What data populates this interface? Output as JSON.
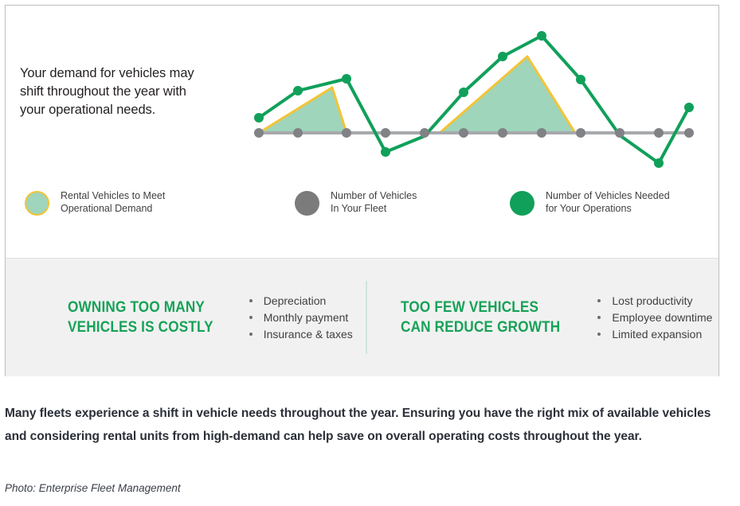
{
  "infographic": {
    "headline": "Your demand for vehicles may shift throughout the year with your operational needs.",
    "legend": [
      {
        "swatch": "rental-swatch",
        "line1": "Rental Vehicles to Meet",
        "line2": "Operational Demand",
        "color": "#9ed5bb",
        "outline_color": "#f2c438"
      },
      {
        "swatch": "fleet-swatch",
        "line1": "Number of Vehicles",
        "line2": "In Your Fleet",
        "color": "#7b7b7b"
      },
      {
        "swatch": "needed-swatch",
        "line1": "Number of Vehicles Needed",
        "line2": "for Your Operations",
        "color": "#10a05a"
      }
    ],
    "points": [
      {
        "heading_line1": "OWNING TOO MANY",
        "heading_line2": "VEHICLES IS COSTLY",
        "items": [
          "Depreciation",
          "Monthly payment",
          "Insurance & taxes"
        ]
      },
      {
        "heading_line1": "TOO FEW VEHICLES",
        "heading_line2": "CAN REDUCE GROWTH",
        "items": [
          "Lost productivity",
          "Employee downtime",
          "Limited expansion"
        ]
      }
    ]
  },
  "caption": "Many fleets experience a shift in vehicle needs throughout the year. Ensuring you have the right mix of available vehicles and considering rental units from high-demand can help save on overall operating costs throughout the year.",
  "photo_credit": "Photo: Enterprise Fleet Management",
  "colors": {
    "brand_green": "#17a258",
    "line_green": "#10a05a",
    "rental_fill": "#9ed5bb",
    "rental_outline": "#f2c438",
    "fleet_gray": "#7b7b7b",
    "baseline_gray": "#a7a9ac",
    "panel_bg": "#f1f1f1",
    "card_border": "#bcbec0"
  },
  "chart_data": {
    "type": "line",
    "title": "",
    "xlabel": "",
    "ylabel": "",
    "grid": false,
    "legend_position": "bottom",
    "baseline_value": 0,
    "x": [
      1,
      2,
      3,
      4,
      5,
      6,
      7,
      8,
      9,
      10,
      11,
      12
    ],
    "series": [
      {
        "name": "Number of Vehicles Needed for Your Operations",
        "color": "#10a05a",
        "type": "line",
        "marker": "circle",
        "values": [
          1.15,
          2.05,
          2.85,
          -1.0,
          -0.05,
          2.1,
          3.65,
          4.35,
          2.25,
          -0.35,
          -1.55,
          1.55
        ]
      },
      {
        "name": "Number of Vehicles In Your Fleet",
        "color": "#a7a9ac",
        "type": "line",
        "marker": "circle",
        "values": [
          0,
          0,
          0,
          0,
          0,
          0,
          0,
          0,
          0,
          0,
          0,
          0
        ]
      }
    ],
    "shaded_regions": [
      {
        "name": "Rental Vehicles to Meet Operational Demand",
        "fill": "#9ed5bb",
        "stroke": "#f2c438",
        "shape": "triangle",
        "x_range": [
          1,
          3
        ],
        "peak_x": 3,
        "peak_y": 2.4
      },
      {
        "name": "Rental Vehicles to Meet Operational Demand",
        "fill": "#9ed5bb",
        "stroke": "#f2c438",
        "shape": "triangle",
        "x_range": [
          6,
          9
        ],
        "peak_x": 8,
        "peak_y": 3.9
      }
    ],
    "ylim": [
      -2.2,
      4.8
    ],
    "xlim": [
      0.6,
      12.4
    ]
  }
}
